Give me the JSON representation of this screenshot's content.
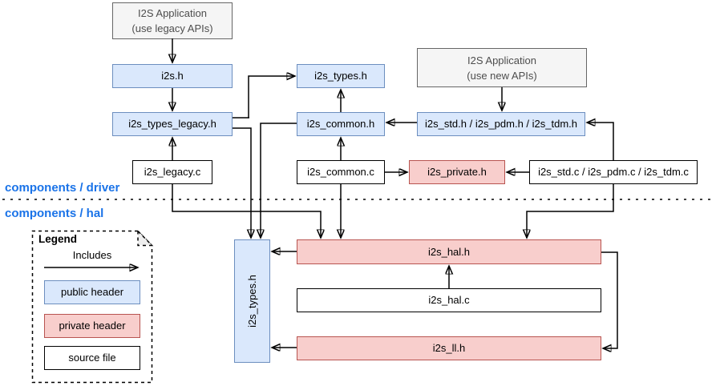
{
  "section_labels": {
    "driver": "components / driver",
    "hal": "components / hal"
  },
  "nodes": {
    "app_legacy": {
      "line1": "I2S Application",
      "line2": "(use legacy APIs)"
    },
    "i2s_h": {
      "label": "i2s.h"
    },
    "i2s_types_legacy_h": {
      "label": "i2s_types_legacy.h"
    },
    "i2s_legacy_c": {
      "label": "i2s_legacy.c"
    },
    "i2s_types_h_driver": {
      "label": "i2s_types.h"
    },
    "i2s_common_h": {
      "label": "i2s_common.h"
    },
    "i2s_common_c": {
      "label": "i2s_common.c"
    },
    "app_new": {
      "line1": "I2S Application",
      "line2": "(use new APIs)"
    },
    "i2s_std_pdm_tdm_h": {
      "label": "i2s_std.h / i2s_pdm.h / i2s_tdm.h"
    },
    "i2s_private_h": {
      "label": "i2s_private.h"
    },
    "i2s_std_pdm_tdm_c": {
      "label": "i2s_std.c / i2s_pdm.c / i2s_tdm.c"
    },
    "i2s_types_h_hal": {
      "label": "i2s_types.h"
    },
    "i2s_hal_h": {
      "label": "i2s_hal.h"
    },
    "i2s_hal_c": {
      "label": "i2s_hal.c"
    },
    "i2s_ll_h": {
      "label": "i2s_ll.h"
    }
  },
  "legend": {
    "title": "Legend",
    "arrow_label": "Includes",
    "public": "public header",
    "private": "private header",
    "source": "source file"
  },
  "colors": {
    "public_header_fill": "#dae8fc",
    "public_header_border": "#6c8ebf",
    "private_header_fill": "#f8cecc",
    "private_header_border": "#b85450",
    "application_fill": "#f5f5f5",
    "application_border": "#666666",
    "source_file_fill": "#ffffff",
    "source_file_border": "#000000",
    "section_label_text": "#1a73e8",
    "edge_color": "#000000"
  }
}
